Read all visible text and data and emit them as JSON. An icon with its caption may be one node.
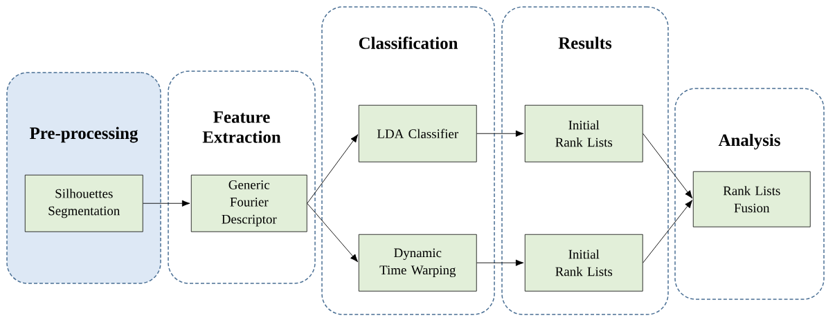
{
  "diagram": {
    "nodes": [
      {
        "text": [
          "Pre-processing"
        ]
      },
      {
        "text": [
          "Feature Extraction"
        ]
      },
      {
        "text": [
          "Classification"
        ]
      },
      {
        "text": [
          "Results"
        ]
      },
      {
        "text": [
          "Analysis"
        ]
      },
      {
        "text": [
          "Silhouettes Segmentation"
        ],
        "in": 0
      },
      {
        "text": [
          "Generic Fourier Descriptor"
        ],
        "in": 1
      },
      {
        "text": [
          "LDA Classifier"
        ],
        "in": 2
      },
      {
        "text": [
          "Dynamic Time Warping"
        ],
        "in": 2
      },
      {
        "text": [
          "Initial Rank Lists"
        ],
        "in": 3
      },
      {
        "text": [
          "Initial Rank Lists"
        ],
        "in": 3
      },
      {
        "text": [
          "Rank Lists Fusion"
        ],
        "in": 4
      }
    ],
    "edges": [
      {
        "from": 5,
        "to": 6,
        "arrow": "to"
      },
      {
        "from": 6,
        "to": 7,
        "arrow": "to"
      },
      {
        "from": 6,
        "to": 8,
        "arrow": "to"
      },
      {
        "from": 7,
        "to": 9,
        "arrow": "to"
      },
      {
        "from": 8,
        "to": 10,
        "arrow": "to"
      },
      {
        "from": 9,
        "to": 11,
        "arrow": "to"
      },
      {
        "from": 10,
        "to": 11,
        "arrow": "to"
      }
    ]
  }
}
